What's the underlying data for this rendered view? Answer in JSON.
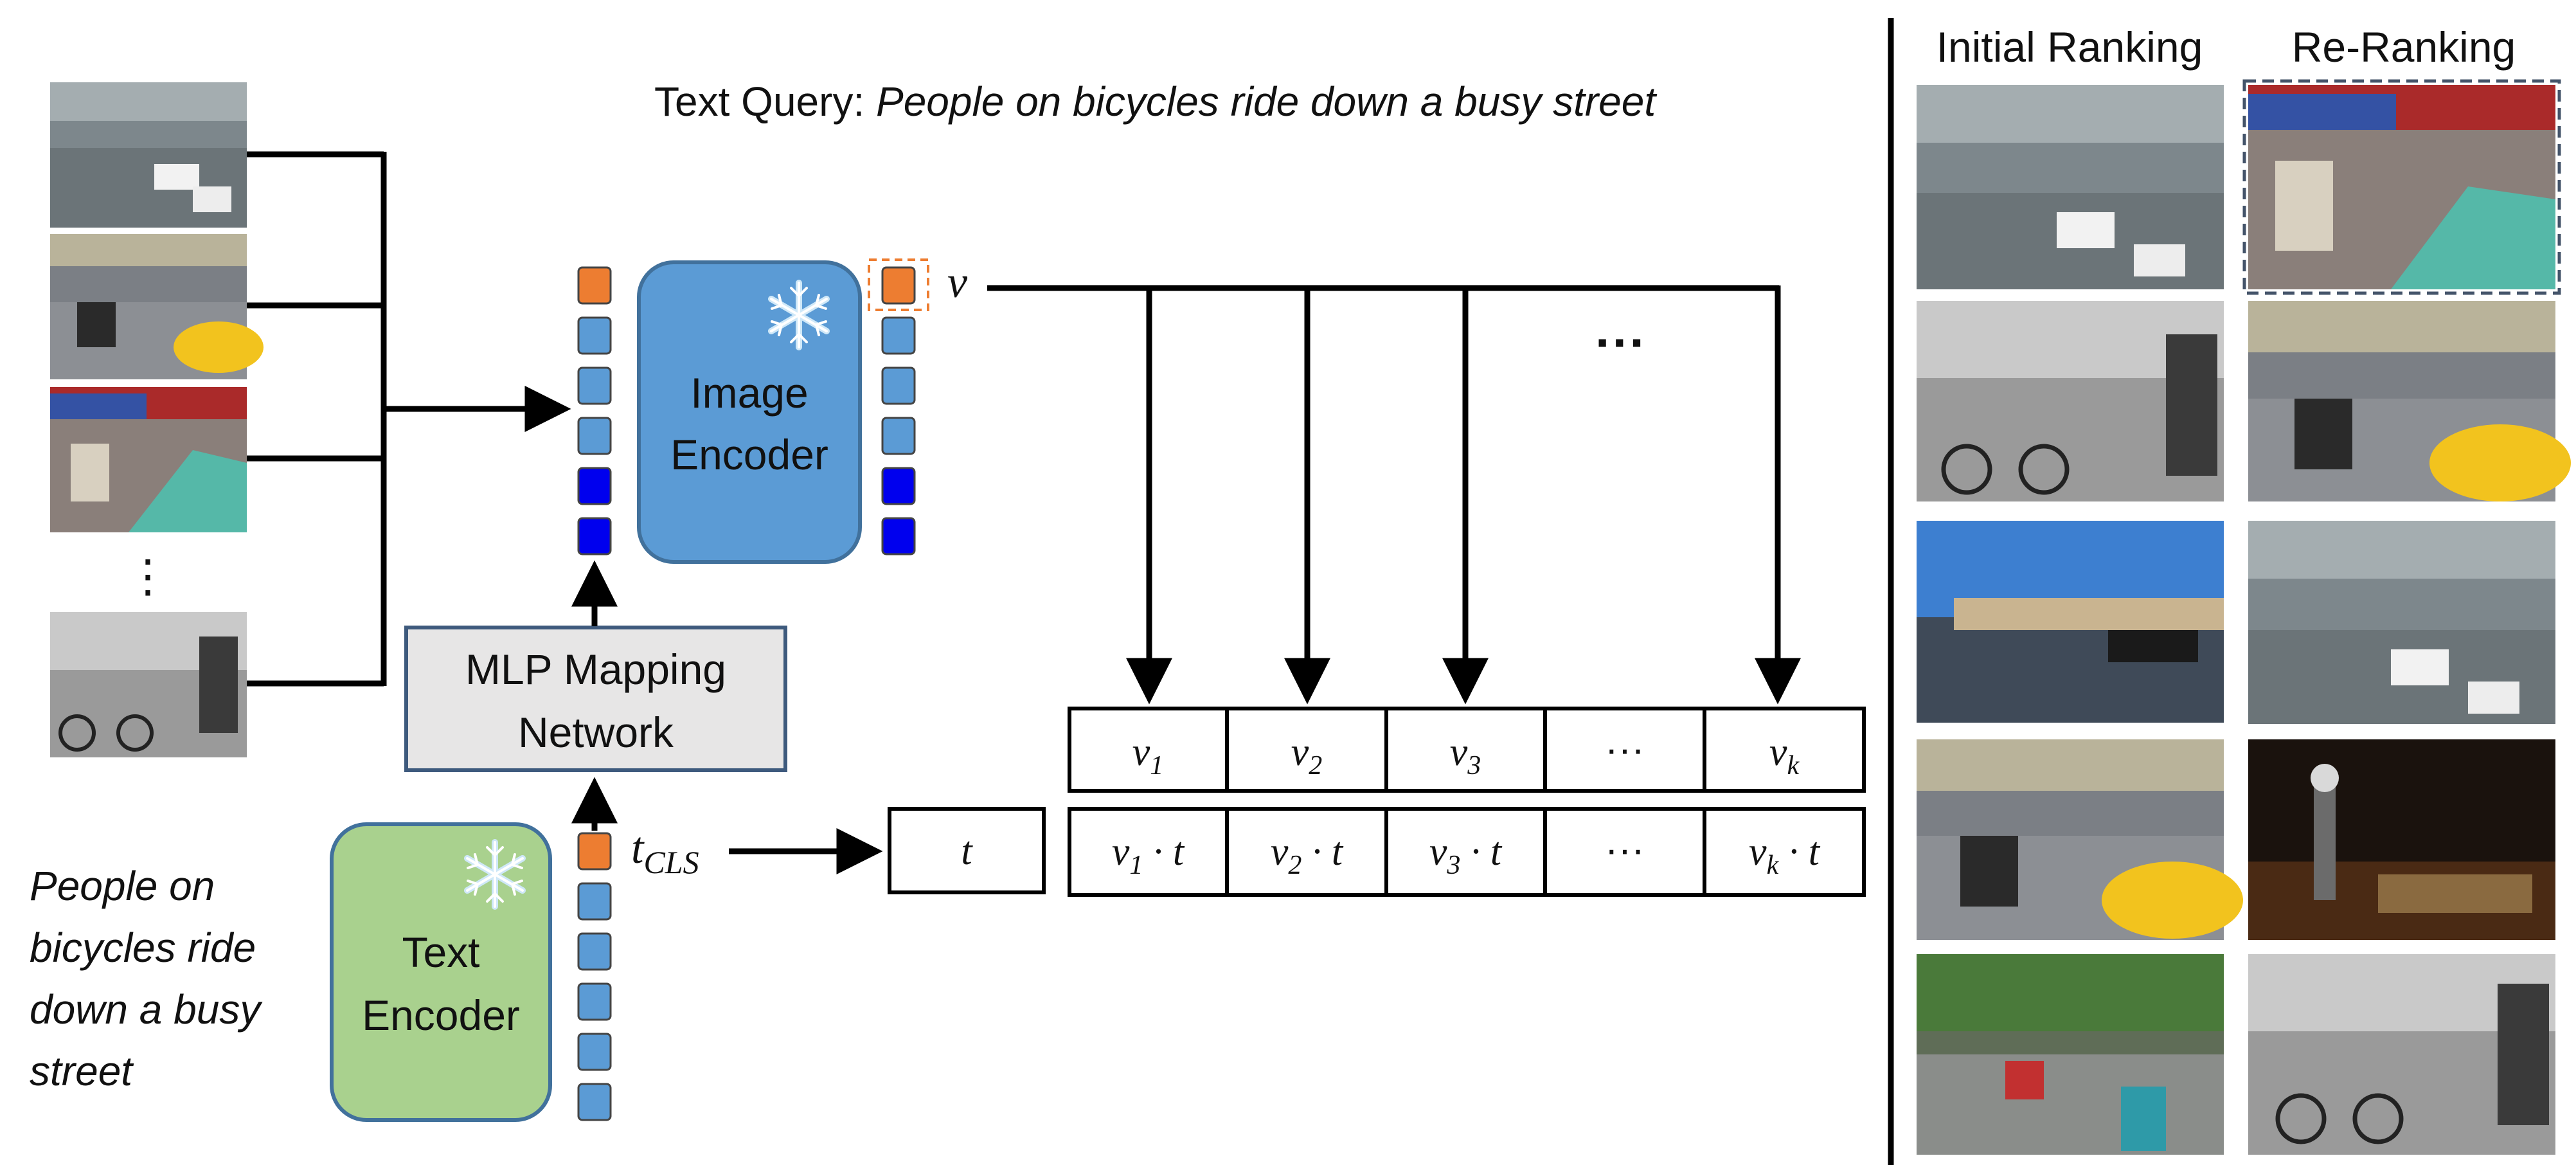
{
  "query_title": {
    "prefix": "Text Query:",
    "text": "People on bicycles ride down a busy street"
  },
  "query_left_lines": [
    "People on",
    "bicycles ride",
    "down a busy",
    "street"
  ],
  "image_encoder": {
    "line1": "Image",
    "line2": "Encoder",
    "icon": "snowflake-icon"
  },
  "text_encoder": {
    "line1": "Text",
    "line2": "Encoder",
    "icon": "snowflake-icon"
  },
  "mlp": {
    "line1": "MLP Mapping",
    "line2": "Network"
  },
  "labels": {
    "v": "v",
    "t_cls": "t",
    "t_cls_sub": "CLS",
    "t_box": "t",
    "dots": "···",
    "ellipsis_vertical": "⋮"
  },
  "embed_row": [
    {
      "var": "v",
      "sub": "1"
    },
    {
      "var": "v",
      "sub": "2"
    },
    {
      "var": "v",
      "sub": "3"
    },
    {
      "var": "···",
      "sub": ""
    },
    {
      "var": "v",
      "sub": "k"
    }
  ],
  "score_row": [
    {
      "var": "v",
      "sub": "1",
      "suffix": " · t"
    },
    {
      "var": "v",
      "sub": "2",
      "suffix": " · t"
    },
    {
      "var": "v",
      "sub": "3",
      "suffix": " · t"
    },
    {
      "var": "···",
      "sub": "",
      "suffix": ""
    },
    {
      "var": "v",
      "sub": "k",
      "suffix": " · t"
    }
  ],
  "ranking": {
    "initial_title": "Initial Ranking",
    "rerank_title": "Re-Ranking",
    "initial": [
      "crowded-intersection-photo",
      "bw-cyclists-photo",
      "sunny-street-photo",
      "motorbike-street-photo",
      "scooter-traffic-photo"
    ],
    "rerank": [
      "bike-lane-cyclist-photo",
      "motorbike-street-photo",
      "crowded-intersection-photo",
      "night-cyclists-photo",
      "bw-cyclists-photo"
    ]
  },
  "colors": {
    "token_blue": "#5b9bd5",
    "token_darkblue": "#0000ee",
    "token_orange": "#ed7d31",
    "image_encoder_fill": "#5b9bd5",
    "text_encoder_fill": "#a9d18e",
    "mlp_fill": "#e7e6e6"
  }
}
